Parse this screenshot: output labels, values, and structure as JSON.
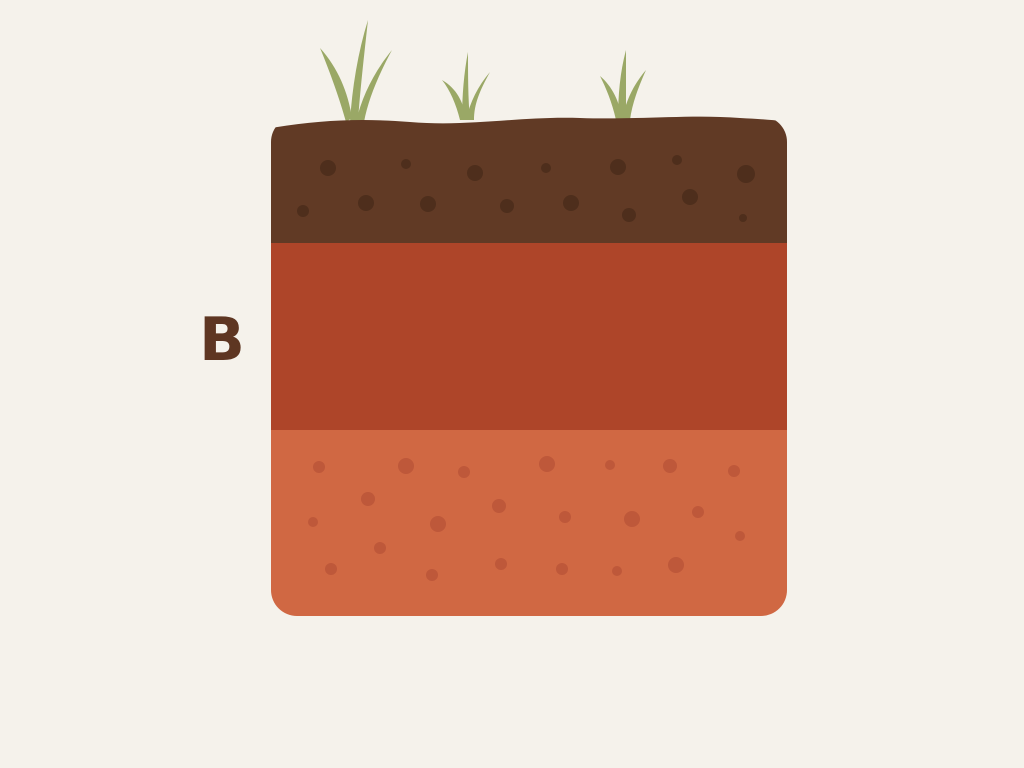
{
  "diagram": {
    "type": "soil-profile",
    "horizon_label": "B",
    "layers": [
      {
        "id": "topsoil",
        "color": "#613A25",
        "speck_color": "#4E2E1C"
      },
      {
        "id": "subsoil",
        "color": "#AE4529"
      },
      {
        "id": "parent-material",
        "color": "#D06843",
        "speck_color": "#BE583A"
      }
    ],
    "plant_color": "#9AA866",
    "background": "#F5F2EB"
  }
}
